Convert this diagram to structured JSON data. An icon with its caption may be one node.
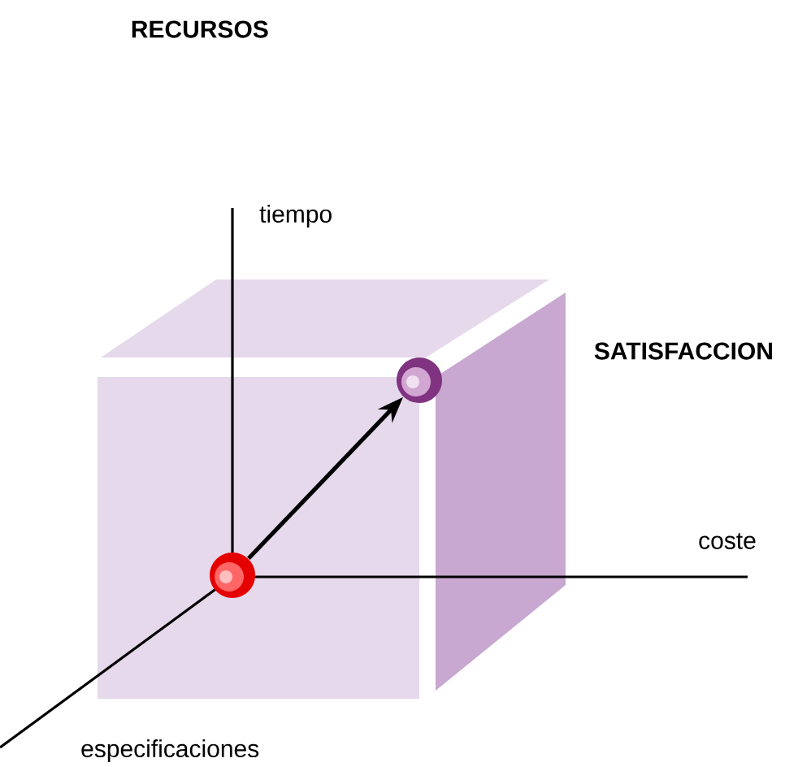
{
  "diagram": {
    "title": "RECURSOS",
    "nodes": [
      {
        "text": [],
        "shape": "circle"
      },
      {
        "text": [],
        "shape": "circle"
      }
    ],
    "edges": [
      {
        "from": 0,
        "to": 1,
        "arrow": "to"
      }
    ],
    "labels": [
      "tiempo",
      "SATISFACCION",
      "coste",
      "especificaciones"
    ]
  }
}
